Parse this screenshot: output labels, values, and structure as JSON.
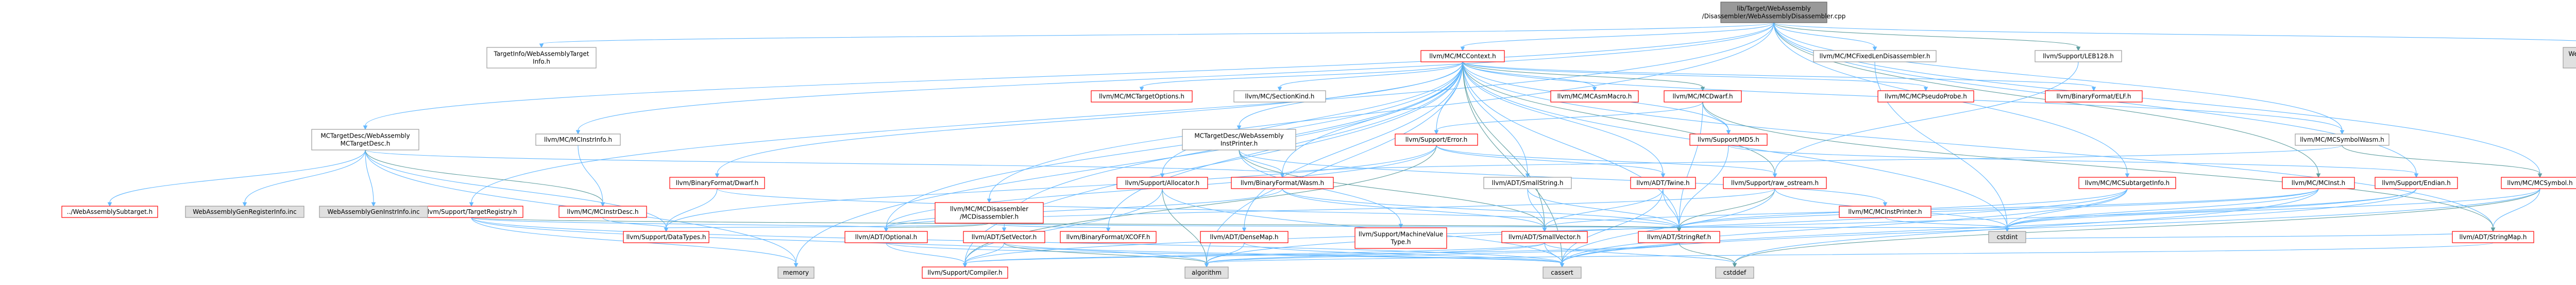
{
  "colors": {
    "root_fill": "#999999",
    "root_border": "#666666",
    "fill": "#ffffff",
    "red_border": "#ff0000",
    "grey_border": "#999999",
    "grey_fill": "#e0e0e0",
    "edge": "#63b8ff",
    "edge_dark": "#5f9ea0"
  },
  "nodes": [
    {
      "id": "root",
      "lines": [
        "lib/Target/WebAssembly",
        "/Disassembler/WebAssemblyDisassembler.cpp"
      ],
      "style": "root"
    },
    {
      "id": "tinfo",
      "lines": [
        "TargetInfo/WebAssemblyTarget",
        "Info.h"
      ],
      "style": "plain"
    },
    {
      "id": "mccontext",
      "lines": [
        "llvm/MC/MCContext.h"
      ],
      "style": "red"
    },
    {
      "id": "mcfixed",
      "lines": [
        "llvm/MC/MCFixedLenDisassembler.h"
      ],
      "style": "plain"
    },
    {
      "id": "leb128",
      "lines": [
        "llvm/Support/LEB128.h"
      ],
      "style": "plain"
    },
    {
      "id": "gentables",
      "lines": [
        "WebAssemblyGenDisassembler",
        "Tables.inc"
      ],
      "style": "grey"
    },
    {
      "id": "mcsymwasm",
      "lines": [
        "llvm/MC/MCSymbolWasm.h"
      ],
      "style": "plain"
    },
    {
      "id": "mctargetdesc",
      "lines": [
        "MCTargetDesc/WebAssembly",
        "MCTargetDesc.h"
      ],
      "style": "plain"
    },
    {
      "id": "mcinstinfo",
      "lines": [
        "llvm/MC/MCInstrInfo.h"
      ],
      "style": "plain"
    },
    {
      "id": "mcsubtarget",
      "lines": [
        "llvm/MC/MCSubtargetInfo.h"
      ],
      "style": "red"
    },
    {
      "id": "mcsymbol",
      "lines": [
        "llvm/MC/MCSymbol.h"
      ],
      "style": "red"
    },
    {
      "id": "mcinst",
      "lines": [
        "llvm/MC/MCInst.h"
      ],
      "style": "red"
    },
    {
      "id": "mcinstprinter",
      "lines": [
        "llvm/MC/MCInstPrinter.h"
      ],
      "style": "red"
    },
    {
      "id": "mcdisasm",
      "lines": [
        "llvm/MC/MCDisassembler",
        "/MCDisassembler.h"
      ],
      "style": "red"
    },
    {
      "id": "inspr",
      "lines": [
        "MCTargetDesc/WebAssembly",
        "InstPrinter.h"
      ],
      "style": "plain"
    },
    {
      "id": "bfwasm",
      "lines": [
        "llvm/BinaryFormat/Wasm.h"
      ],
      "style": "red"
    },
    {
      "id": "mctopts",
      "lines": [
        "llvm/MC/MCTargetOptions.h"
      ],
      "style": "red"
    },
    {
      "id": "mcsectkind",
      "lines": [
        "llvm/MC/SectionKind.h"
      ],
      "style": "plain"
    },
    {
      "id": "mcasmmacro",
      "lines": [
        "llvm/MC/MCAsmMacro.h"
      ],
      "style": "red"
    },
    {
      "id": "mcdwarf",
      "lines": [
        "llvm/MC/MCDwarf.h"
      ],
      "style": "red"
    },
    {
      "id": "mcpseudo",
      "lines": [
        "llvm/MC/MCPseudoProbe.h"
      ],
      "style": "red"
    },
    {
      "id": "bfelf",
      "lines": [
        "llvm/BinaryFormat/ELF.h"
      ],
      "style": "red"
    },
    {
      "id": "md5",
      "lines": [
        "llvm/Support/MD5.h"
      ],
      "style": "red"
    },
    {
      "id": "error",
      "lines": [
        "llvm/Support/Error.h"
      ],
      "style": "red"
    },
    {
      "id": "smallstr",
      "lines": [
        "llvm/ADT/SmallString.h"
      ],
      "style": "plain"
    },
    {
      "id": "twine",
      "lines": [
        "llvm/ADT/Twine.h"
      ],
      "style": "red"
    },
    {
      "id": "rawostream",
      "lines": [
        "llvm/Support/raw_ostream.h"
      ],
      "style": "red"
    },
    {
      "id": "endian",
      "lines": [
        "llvm/Support/Endian.h"
      ],
      "style": "red"
    },
    {
      "id": "allocator",
      "lines": [
        "llvm/Support/Allocator.h"
      ],
      "style": "red"
    },
    {
      "id": "bfdwarf",
      "lines": [
        "llvm/BinaryFormat/Dwarf.h"
      ],
      "style": "red"
    },
    {
      "id": "bfxcoff",
      "lines": [
        "llvm/BinaryFormat/XCOFF.h"
      ],
      "style": "red"
    },
    {
      "id": "densemap",
      "lines": [
        "llvm/ADT/DenseMap.h"
      ],
      "style": "red"
    },
    {
      "id": "machvt",
      "lines": [
        "llvm/Support/MachineValue",
        "Type.h"
      ],
      "style": "red"
    },
    {
      "id": "targetreg",
      "lines": [
        "llvm/Support/TargetRegistry.h"
      ],
      "style": "red"
    },
    {
      "id": "mcinstrdesc",
      "lines": [
        "llvm/MC/MCInstrDesc.h"
      ],
      "style": "red"
    },
    {
      "id": "optional",
      "lines": [
        "llvm/ADT/Optional.h"
      ],
      "style": "red"
    },
    {
      "id": "setvector",
      "lines": [
        "llvm/ADT/SetVector.h"
      ],
      "style": "red"
    },
    {
      "id": "smallvec",
      "lines": [
        "llvm/ADT/SmallVector.h"
      ],
      "style": "red"
    },
    {
      "id": "stringref",
      "lines": [
        "llvm/ADT/StringRef.h"
      ],
      "style": "red"
    },
    {
      "id": "stringmap",
      "lines": [
        "llvm/ADT/StringMap.h"
      ],
      "style": "red"
    },
    {
      "id": "datatypes",
      "lines": [
        "llvm/Support/DataTypes.h"
      ],
      "style": "red"
    },
    {
      "id": "compiler",
      "lines": [
        "llvm/Support/Compiler.h"
      ],
      "style": "red"
    },
    {
      "id": "subtarget",
      "lines": [
        "../WebAssemblySubtarget.h"
      ],
      "style": "red"
    },
    {
      "id": "genreginfo",
      "lines": [
        "WebAssemblyGenRegisterInfo.inc"
      ],
      "style": "grey"
    },
    {
      "id": "geninstrinfo",
      "lines": [
        "WebAssemblyGenInstrInfo.inc"
      ],
      "style": "grey"
    },
    {
      "id": "cstdint",
      "lines": [
        "cstdint"
      ],
      "style": "grey"
    },
    {
      "id": "memory",
      "lines": [
        "memory"
      ],
      "style": "grey"
    },
    {
      "id": "algorithm",
      "lines": [
        "algorithm"
      ],
      "style": "grey"
    },
    {
      "id": "cassert",
      "lines": [
        "cassert"
      ],
      "style": "grey"
    },
    {
      "id": "cstddef",
      "lines": [
        "cstddef"
      ],
      "style": "grey"
    }
  ]
}
